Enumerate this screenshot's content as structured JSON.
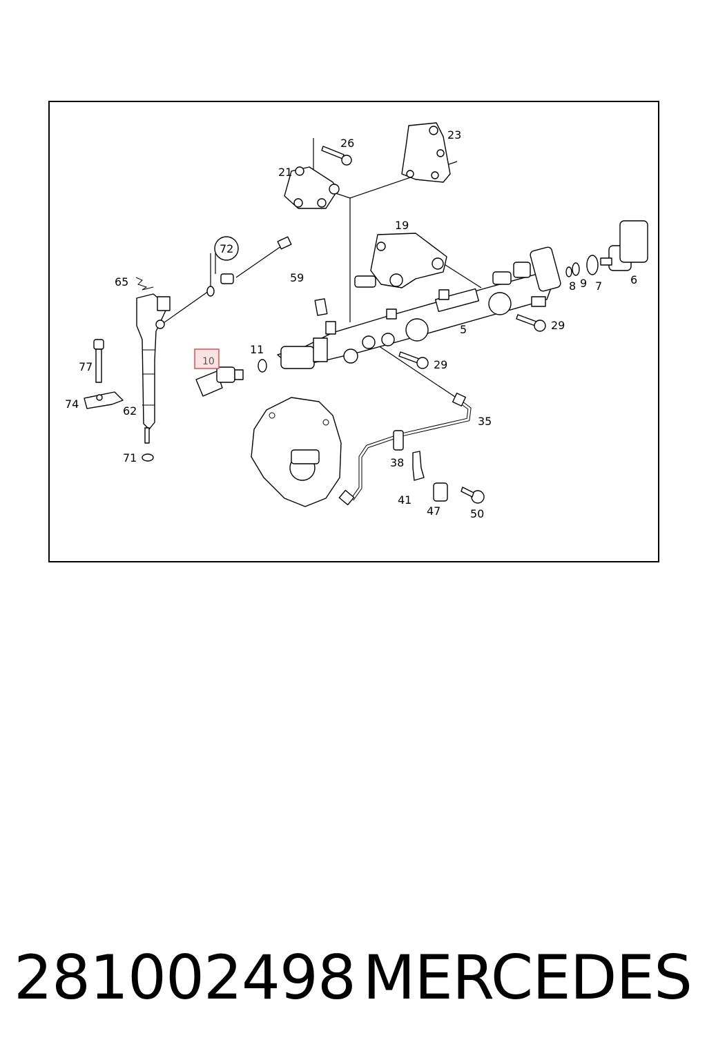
{
  "diagram": {
    "highlighted_part": "10",
    "highlight_color": "#e05050",
    "callouts": [
      "26",
      "23",
      "21",
      "72",
      "19",
      "65",
      "59",
      "8",
      "9",
      "7",
      "6",
      "5",
      "29",
      "11",
      "77",
      "10",
      "29",
      "74",
      "62",
      "35",
      "38",
      "71",
      "41",
      "47",
      "50"
    ]
  },
  "footer": {
    "part_number": "281002498",
    "brand": "MERCEDES"
  }
}
